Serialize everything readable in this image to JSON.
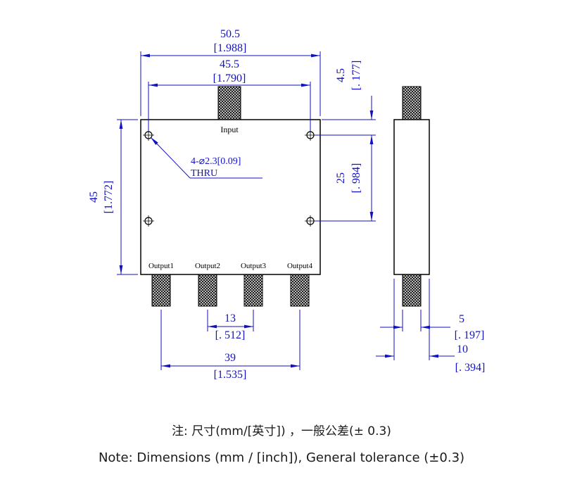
{
  "front": {
    "input_label": "Input",
    "output_labels": [
      "Output1",
      "Output2",
      "Output3",
      "Output4"
    ],
    "hole_callout": {
      "line1": "4-⌀2.3[0.09]",
      "line2": "THRU"
    }
  },
  "dims": {
    "overall_width": {
      "mm": "50.5",
      "inch": "[1.988]"
    },
    "hole_span": {
      "mm": "45.5",
      "inch": "[1.790]"
    },
    "body_height": {
      "mm": "45",
      "inch": "[1.772]"
    },
    "hole_top_offset": {
      "mm": "4.5",
      "inch": "[. 177]"
    },
    "hole_pitch": {
      "mm": "25",
      "inch": "[. 984]"
    },
    "output_pitch": {
      "mm": "13",
      "inch": "[. 512]"
    },
    "output_span": {
      "mm": "39",
      "inch": "[1.535]"
    },
    "connector_width": {
      "mm": "5",
      "inch": "[. 197]"
    },
    "body_thickness": {
      "mm": "10",
      "inch": "[. 394]"
    }
  },
  "notes": {
    "cn": "注: 尺寸(mm/[英寸]) ，一般公差(± 0.3)",
    "en": "Note: Dimensions (mm / [inch]), General tolerance (±0.3)"
  },
  "colors": {
    "dimension_blue": "#1212c4",
    "object_line": "#000000",
    "background": "#ffffff"
  }
}
